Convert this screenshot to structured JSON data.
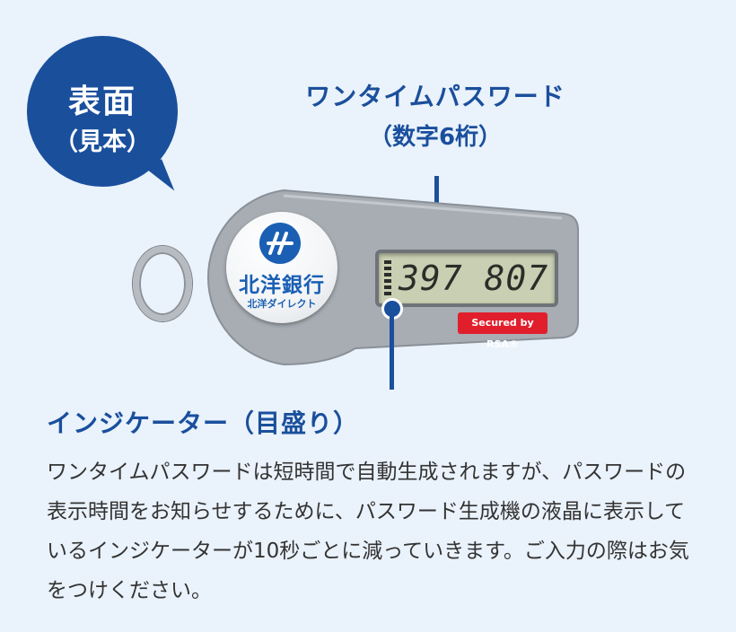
{
  "bubble": {
    "line1": "表面",
    "line2": "（見本）"
  },
  "callout_otp": {
    "line1": "ワンタイムパスワード",
    "line2": "（数字6桁）"
  },
  "token": {
    "bank_name": "北洋銀行",
    "bank_sub": "北洋ダイレクト",
    "lcd_value": "397 807",
    "rsa_badge": "Secured by RSA®"
  },
  "indicator": {
    "heading": "インジケーター（目盛り）",
    "description": "ワンタイムパスワードは短時間で自動生成されますが、パスワードの表示時間をお知らせするために、パスワード生成機の液晶に表示しているインジケーターが10秒ごとに減っていきます。ご入力の際はお気をつけください。"
  },
  "colors": {
    "accent": "#1a4f9c",
    "background": "#eaf2fb",
    "device": "#a7adb3",
    "rsa": "#e11f2c"
  }
}
